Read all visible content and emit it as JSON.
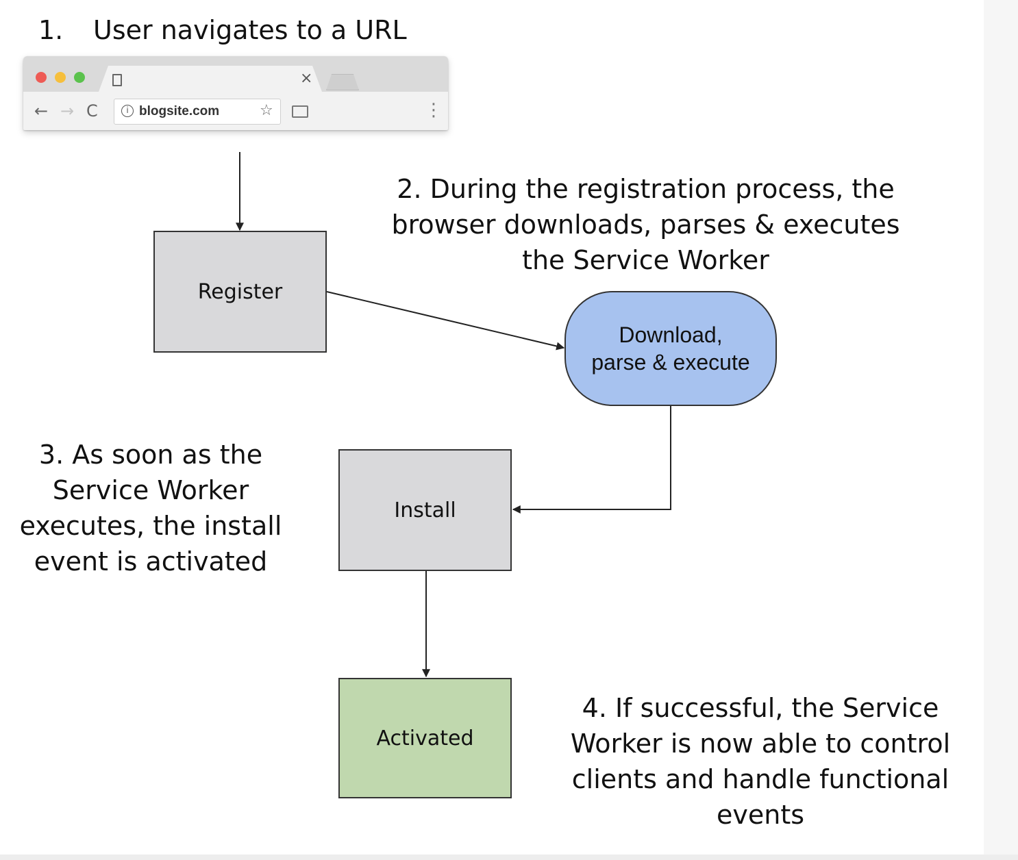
{
  "steps": {
    "step1": {
      "number": "1.",
      "text": "User navigates to a URL"
    },
    "step2": {
      "text": "2. During the registration process, the\nbrowser downloads, parses & executes\nthe Service Worker"
    },
    "step3": {
      "text": "3. As soon as the\nService Worker\nexecutes, the install\nevent is activated"
    },
    "step4": {
      "text": "4. If successful, the Service\nWorker is now able to control\nclients and handle functional\nevents"
    }
  },
  "nodes": {
    "register": "Register",
    "download": "Download,\nparse & execute",
    "install": "Install",
    "activated": "Activated"
  },
  "browser": {
    "url": "blogsite.com",
    "tab_close": "×",
    "back": "←",
    "forward": "→",
    "reload": "C",
    "info": "i",
    "star": "☆",
    "menu": "⋮"
  },
  "colors": {
    "process_box": "#d9d9db",
    "download_box": "#a7c2ef",
    "activated_box": "#c0d8ae"
  }
}
